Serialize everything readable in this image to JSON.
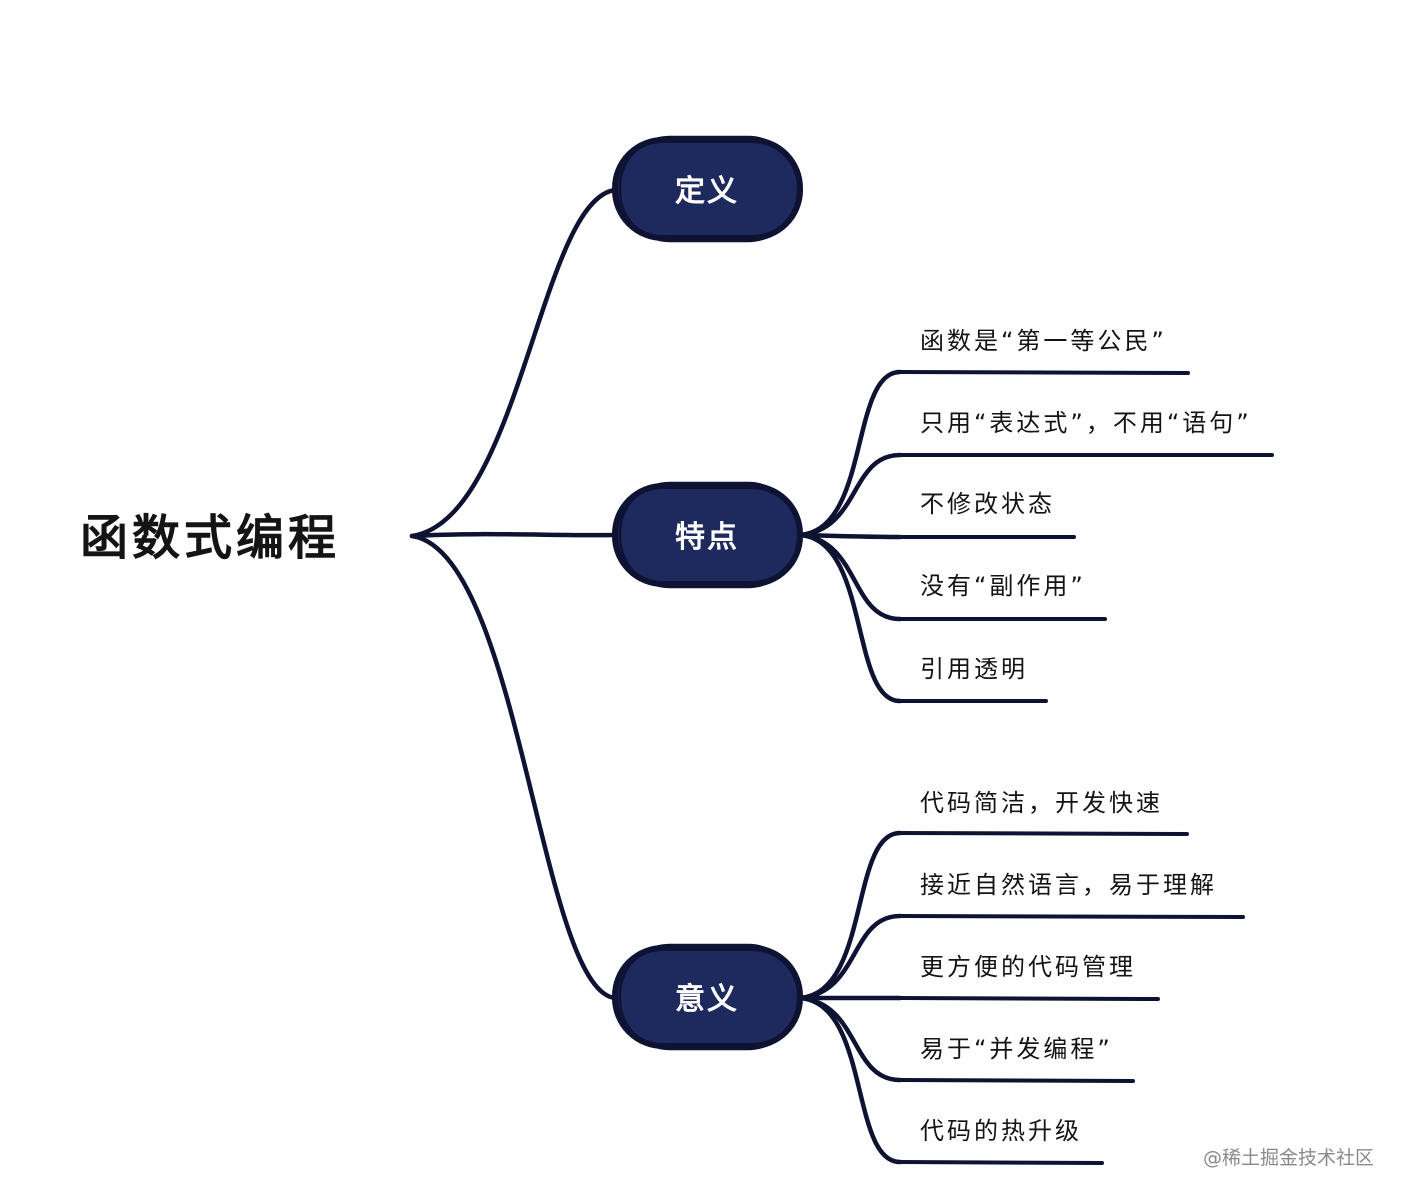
{
  "diagram": {
    "root": {
      "label": "函数式编程"
    },
    "branches": [
      {
        "label": "定义",
        "leaves": []
      },
      {
        "label": "特点",
        "leaves": [
          "函数是“第一等公民”",
          "只用“表达式”，不用“语句”",
          "不修改状态",
          "没有“副作用”",
          "引用透明"
        ]
      },
      {
        "label": "意义",
        "leaves": [
          "代码简洁，开发快速",
          "接近自然语言，易于理解",
          "更方便的代码管理",
          "易于“并发编程”",
          "代码的热升级"
        ]
      }
    ]
  },
  "watermark": "@稀土掘金技术社区",
  "colors": {
    "pill_fill": "#1e2a5e",
    "line": "#0f1333",
    "text": "#141414",
    "watermark": "#8a8a8a"
  }
}
